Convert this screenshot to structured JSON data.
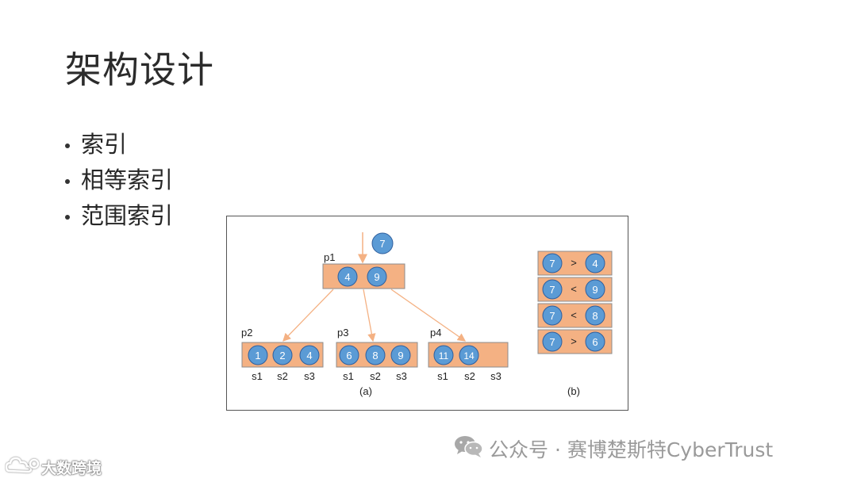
{
  "slide": {
    "title": "架构设计",
    "bullets": [
      "索引",
      "相等索引",
      "范围索引"
    ]
  },
  "figure": {
    "query_key": "7",
    "root": {
      "label": "p1",
      "keys": [
        "4",
        "9"
      ]
    },
    "children": [
      {
        "label": "p2",
        "keys": [
          "1",
          "2",
          "4"
        ],
        "slots": [
          "s1",
          "s2",
          "s3"
        ]
      },
      {
        "label": "p3",
        "keys": [
          "6",
          "8",
          "9"
        ],
        "slots": [
          "s1",
          "s2",
          "s3"
        ]
      },
      {
        "label": "p4",
        "keys": [
          "11",
          "14"
        ],
        "slots": [
          "s1",
          "s2",
          "s3"
        ]
      }
    ],
    "caption_a": "(a)",
    "comparisons": [
      {
        "left": "7",
        "op": ">",
        "right": "4"
      },
      {
        "left": "7",
        "op": "<",
        "right": "9"
      },
      {
        "left": "7",
        "op": "<",
        "right": "8"
      },
      {
        "left": "7",
        "op": ">",
        "right": "6"
      }
    ],
    "caption_b": "(b)",
    "colors": {
      "node_fill": "#f4b183",
      "node_stroke": "#8c8c8c",
      "key_fill": "#5b9bd5",
      "key_stroke": "#2f5f9e",
      "arrow": "#f4b183"
    }
  },
  "watermark": {
    "icon": "wechat-icon",
    "text": "公众号 · 赛博楚斯特CyberTrust"
  },
  "corner_logo": {
    "icon": "cloud-logo-icon",
    "text": "大数跨境"
  }
}
